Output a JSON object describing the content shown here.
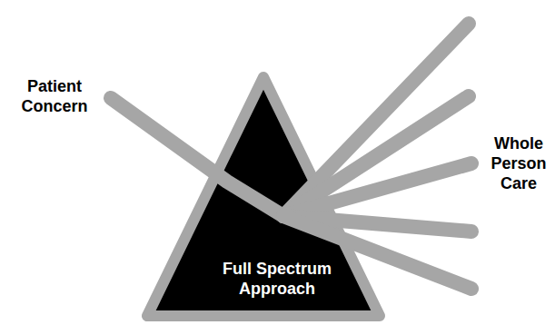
{
  "diagram": {
    "nodes": [
      {
        "text": [
          "Full Spectrum Approach"
        ]
      }
    ],
    "labels": [
      "Patient Concern",
      "Whole Person Care"
    ]
  }
}
